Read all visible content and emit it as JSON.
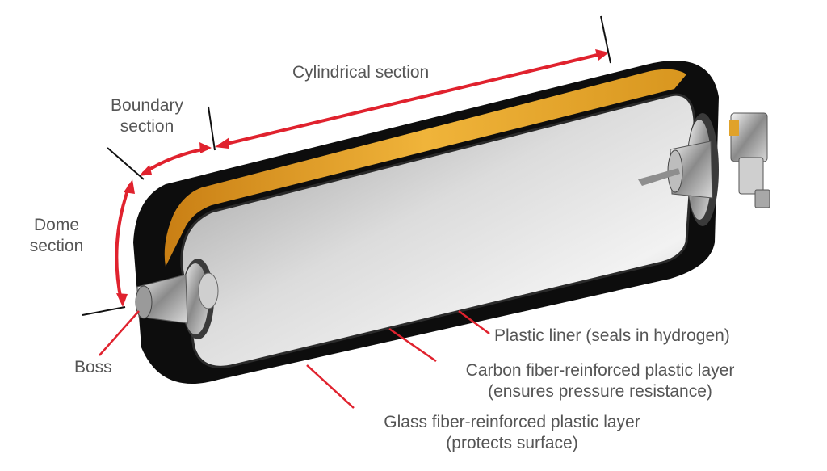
{
  "labels": {
    "cylindrical": "Cylindrical section",
    "boundary_line1": "Boundary",
    "boundary_line2": "section",
    "dome_line1": "Dome",
    "dome_line2": "section",
    "boss": "Boss",
    "plastic_liner": "Plastic liner (seals in hydrogen)",
    "carbon_line1": "Carbon fiber-reinforced plastic layer",
    "carbon_line2": "(ensures pressure resistance)",
    "glass_line1": "Glass fiber-reinforced plastic layer",
    "glass_line2": "(protects surface)"
  },
  "colors": {
    "arrow": "#e0222e",
    "text": "#555555",
    "outer_shell": "#0d0d0d",
    "carbon_layer": "#e0a22a",
    "liner": "#c9c9c9"
  }
}
